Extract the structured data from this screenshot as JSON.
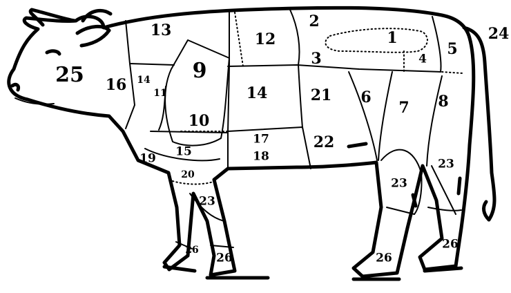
{
  "diagram": {
    "labels": {
      "l1": "1",
      "l2": "2",
      "l3": "3",
      "l4": "4",
      "l5": "5",
      "l6": "6",
      "l7": "7",
      "l8": "8",
      "l9": "9",
      "l10": "10",
      "l11": "11",
      "l12": "12",
      "l13": "13",
      "l14a": "14",
      "l14b": "14",
      "l15": "15",
      "l16": "16",
      "l17": "17",
      "l18": "18",
      "l19": "19",
      "l20": "20",
      "l21": "21",
      "l22": "22",
      "l23a": "23",
      "l23b": "23",
      "l23c": "23",
      "l24": "24",
      "l25": "25",
      "l26a": "26",
      "l26b": "26",
      "l26c": "26",
      "l26d": "26"
    }
  }
}
